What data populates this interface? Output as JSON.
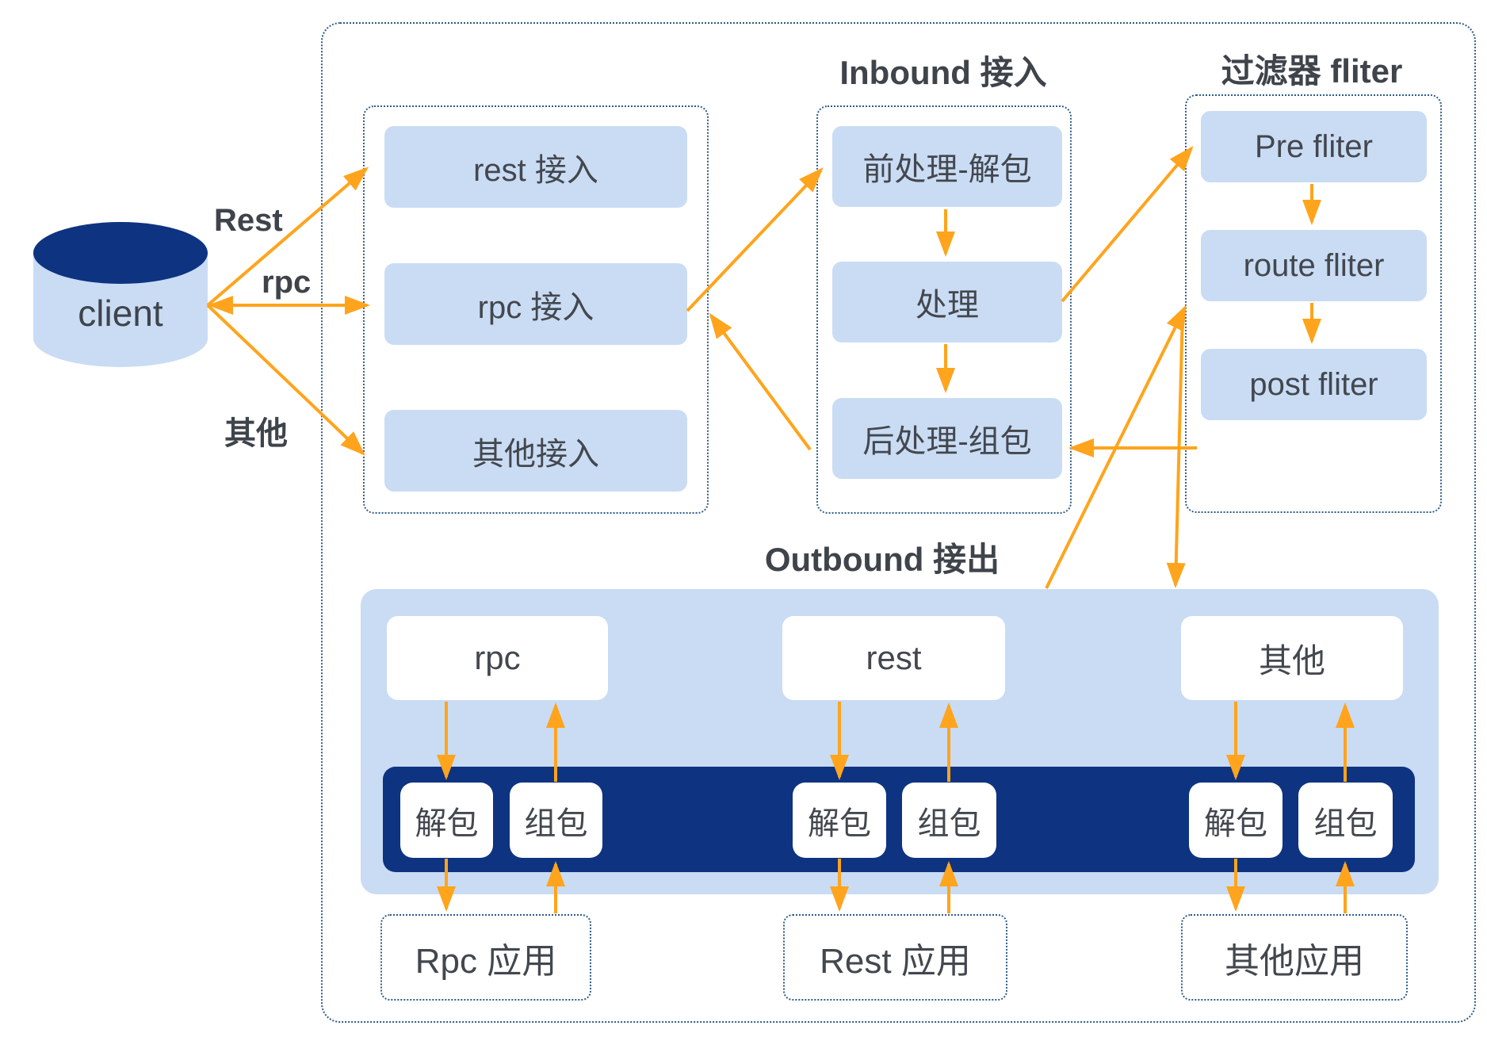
{
  "colors": {
    "accent_orange": "#FFA41C",
    "navy": "#0E3381",
    "light_blue": "#C9DCF4",
    "dashed_border": "#2E5B89",
    "text": "#43474E"
  },
  "client": {
    "label": "client"
  },
  "edge_labels": {
    "rest": "Rest",
    "rpc": "rpc",
    "other": "其他"
  },
  "access_group": {
    "items": [
      {
        "label": "rest 接入"
      },
      {
        "label": "rpc 接入"
      },
      {
        "label": "其他接入"
      }
    ]
  },
  "inbound": {
    "title": "Inbound 接入",
    "steps": [
      {
        "label": "前处理-解包"
      },
      {
        "label": "处理"
      },
      {
        "label": "后处理-组包"
      }
    ]
  },
  "filter": {
    "title": "过滤器 fliter",
    "steps": [
      {
        "label": "Pre fliter"
      },
      {
        "label": "route fliter"
      },
      {
        "label": "post fliter"
      }
    ]
  },
  "outbound": {
    "title": "Outbound 接出",
    "channels": [
      {
        "protocol": "rpc",
        "unpack": "解包",
        "pack": "组包",
        "app": "Rpc 应用"
      },
      {
        "protocol": "rest",
        "unpack": "解包",
        "pack": "组包",
        "app": "Rest 应用"
      },
      {
        "protocol": "其他",
        "unpack": "解包",
        "pack": "组包",
        "app": "其他应用"
      }
    ]
  }
}
